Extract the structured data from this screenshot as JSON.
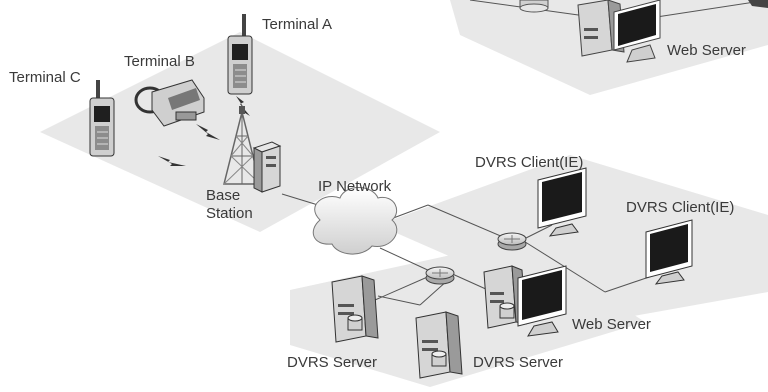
{
  "labels": {
    "terminal_a": "Terminal A",
    "terminal_b": "Terminal B",
    "terminal_c": "Terminal C",
    "base_station_line1": "Base",
    "base_station_line2": "Station",
    "ip_network": "IP Network",
    "dvrs_client_1": "DVRS Client(IE)",
    "dvrs_client_2": "DVRS Client(IE)",
    "web_server_top": "Web Server",
    "web_server_bottom": "Web Server",
    "dvrs_server_1": "DVRS Server",
    "dvrs_server_2": "DVRS Server"
  },
  "icons": [
    "handheld-terminal-icon",
    "vehicle-radio-icon",
    "antenna-tower-icon",
    "rack-server-icon",
    "cloud-icon",
    "router-icon",
    "monitor-icon",
    "tower-pc-icon",
    "disk-icon",
    "lightning-signal-icon"
  ],
  "colors": {
    "platform": "#e8e8e8",
    "line": "#555555",
    "device_light": "#d6d6d6",
    "device_dark": "#9a9a9a",
    "screen": "#1a1a1a",
    "text": "#3a3a3a"
  }
}
